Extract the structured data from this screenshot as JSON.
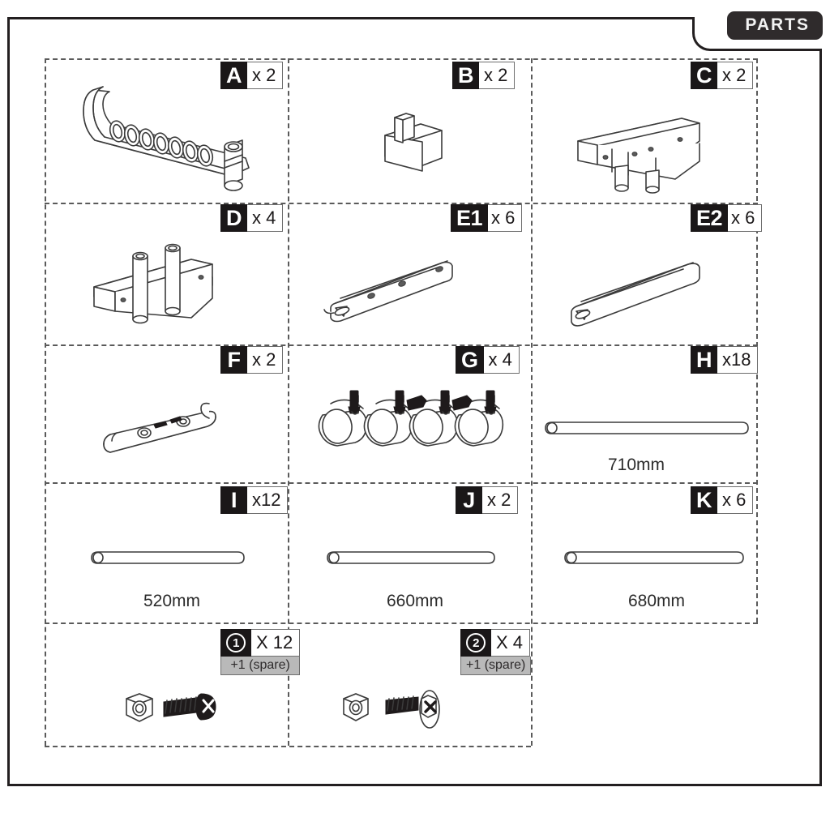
{
  "document": {
    "tab_label": "PARTS",
    "type": "assembly-parts-list"
  },
  "parts": [
    {
      "id": "A",
      "badge": "A",
      "qty": "x 2",
      "icon": "curved-multi-socket-rail",
      "dimension": ""
    },
    {
      "id": "B",
      "badge": "B",
      "qty": "x 2",
      "icon": "small-block-with-peg",
      "dimension": ""
    },
    {
      "id": "C",
      "badge": "C",
      "qty": "x 2",
      "icon": "angled-bracket-two-legs",
      "dimension": ""
    },
    {
      "id": "D",
      "badge": "D",
      "qty": "x 4",
      "icon": "bracket-with-two-tubes",
      "dimension": ""
    },
    {
      "id": "E1",
      "badge": "E1",
      "qty": "x 6",
      "icon": "slim-rail-with-holes",
      "dimension": ""
    },
    {
      "id": "E2",
      "badge": "E2",
      "qty": "x 6",
      "icon": "slim-rail-plain",
      "dimension": ""
    },
    {
      "id": "F",
      "badge": "F",
      "qty": "x 2",
      "icon": "rounded-bar-two-sockets",
      "dimension": ""
    },
    {
      "id": "G",
      "badge": "G",
      "qty": "x 4",
      "icon": "caster-wheels",
      "dimension": ""
    },
    {
      "id": "H",
      "badge": "H",
      "qty": "x18",
      "icon": "tube-rod",
      "dimension": "710mm"
    },
    {
      "id": "I",
      "badge": "I",
      "qty": "x12",
      "icon": "tube-rod",
      "dimension": "520mm"
    },
    {
      "id": "J",
      "badge": "J",
      "qty": "x 2",
      "icon": "tube-rod",
      "dimension": "660mm"
    },
    {
      "id": "K",
      "badge": "K",
      "qty": "x 6",
      "icon": "tube-rod",
      "dimension": "680mm"
    }
  ],
  "hardware": [
    {
      "id": "1",
      "badge": "1",
      "qty": "X 12",
      "spare": "+1  (spare)",
      "icon": "hex-nut-and-pan-head-screw"
    },
    {
      "id": "2",
      "badge": "2",
      "qty": "X 4",
      "spare": "+1  (spare)",
      "icon": "hex-nut-and-flanged-hex-screw"
    }
  ],
  "colors": {
    "ink": "#231f20",
    "tab_background": "#2f2b2c",
    "badge_background": "#1a1718",
    "spare_background": "#b9b9b9",
    "line_art": "#3b3b3b"
  }
}
